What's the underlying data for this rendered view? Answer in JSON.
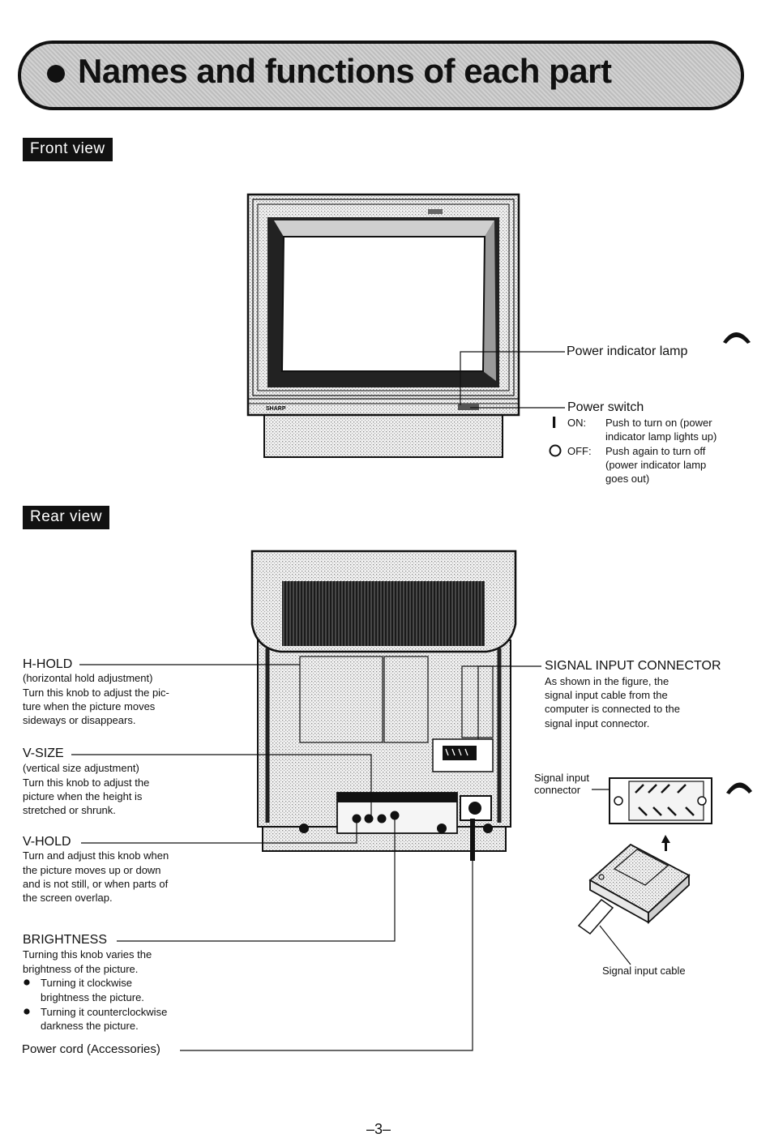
{
  "header": {
    "title": "Names and functions of each part"
  },
  "sections": {
    "front": "Front view",
    "rear": "Rear view"
  },
  "front_view": {
    "brand_logo": "SHARP",
    "power_indicator_lamp": "Power indicator lamp",
    "power_switch": {
      "label": "Power switch",
      "on_label": "ON:",
      "on_desc": [
        "Push to turn on (power",
        "indicator lamp lights up)"
      ],
      "off_label": "OFF:",
      "off_desc": [
        "Push again to turn off",
        "(power indicator lamp",
        "goes out)"
      ]
    }
  },
  "rear_view": {
    "h_hold": {
      "label": "H-HOLD",
      "desc": [
        "(horizontal hold adjustment)",
        "Turn this knob to adjust the pic-",
        "ture when the picture moves",
        "sideways or disappears."
      ]
    },
    "v_size": {
      "label": "V-SIZE",
      "desc": [
        "(vertical size adjustment)",
        "Turn this knob to adjust the",
        "picture when the height is",
        "stretched or shrunk."
      ]
    },
    "v_hold": {
      "label": "V-HOLD",
      "desc": [
        "Turn and adjust this knob when",
        "the picture moves up or down",
        "and is not still, or when parts of",
        "the screen overlap."
      ]
    },
    "brightness": {
      "label": "BRIGHTNESS",
      "desc": [
        "Turning this knob varies the",
        "brightness of the picture."
      ],
      "bullets": [
        [
          "Turning it clockwise",
          "brightness the picture."
        ],
        [
          "Turning it counterclockwise",
          "darkness the picture."
        ]
      ]
    },
    "power_cord": "Power cord (Accessories)",
    "signal_input_connector": {
      "label": "SIGNAL INPUT CONNECTOR",
      "desc": [
        "As shown in the figure, the",
        "signal input cable from the",
        "computer is connected to the",
        "signal input connector."
      ]
    },
    "connector_callout": [
      "Signal input",
      "connector"
    ],
    "cable_callout": "Signal input cable"
  },
  "footer": {
    "page_number": "–3–"
  }
}
